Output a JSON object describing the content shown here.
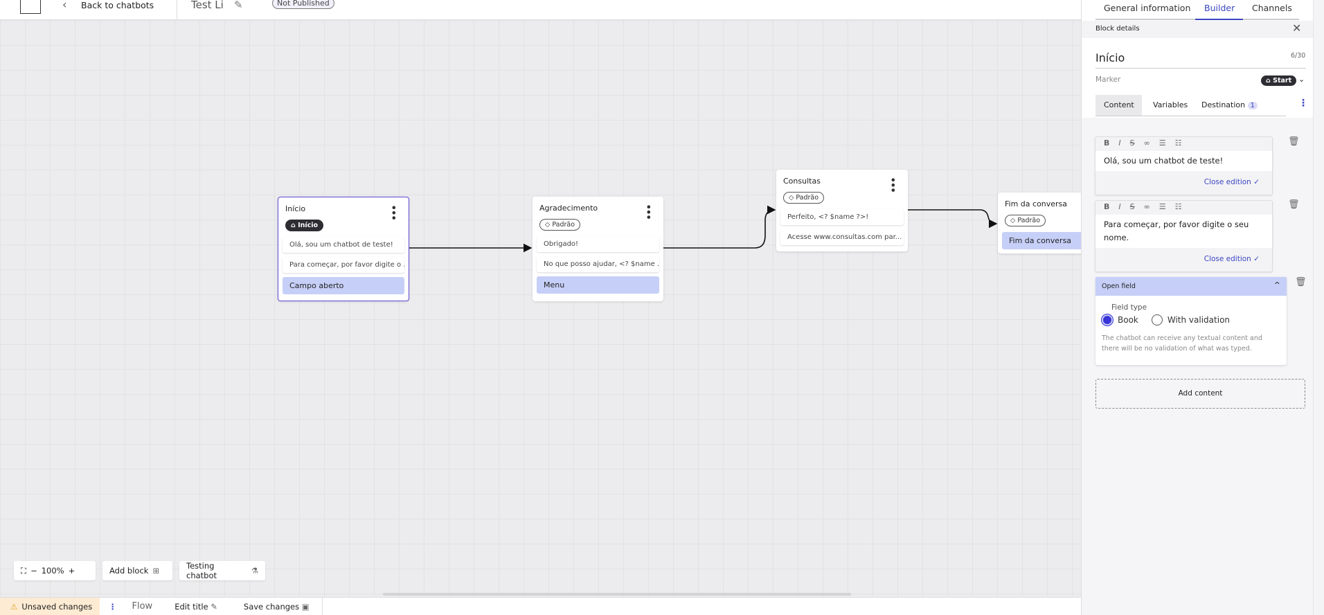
{
  "topbar": {
    "back_label": "Back to chatbots",
    "chatbot_title": "Test Li",
    "status_badge": "Not Published"
  },
  "canvas": {
    "blocks": [
      {
        "title": "Início",
        "tag": "Início",
        "tag_icon": "home-icon",
        "items": [
          "Olá, sou um chatbot de teste!",
          "Para começar, por favor digite o ..."
        ],
        "input": "Campo aberto"
      },
      {
        "title": "Agradecimento",
        "tag": "Padrão",
        "tag_icon": "tag-icon",
        "items": [
          "Obrigado!",
          "No que posso ajudar, <? $name ..."
        ],
        "input": "Menu"
      },
      {
        "title": "Consultas",
        "tag": "Padrão",
        "tag_icon": "tag-icon",
        "items": [
          "Perfeito, <? $name ?>!",
          "Acesse www.consultas.com par..."
        ]
      },
      {
        "title": "Fim da conversa",
        "tag": "Padrão",
        "tag_icon": "tag-icon",
        "input": "Fim da conversa"
      }
    ],
    "toolbar": {
      "zoom": "100%",
      "add_block": "Add block",
      "testing": "Testing chatbot"
    }
  },
  "bottombar": {
    "unsaved": "Unsaved changes",
    "flow": "Flow",
    "edit_title": "Edit title",
    "save": "Save changes"
  },
  "panel": {
    "tabs": [
      "General information",
      "Builder",
      "Channels"
    ],
    "active_tab": "Builder",
    "header": "Block details",
    "block_name": "Início",
    "char_count": "6/30",
    "marker_label": "Marker",
    "marker_value": "Start",
    "subtabs": [
      "Content",
      "Variables",
      "Destination"
    ],
    "destination_count": "1",
    "editors": [
      {
        "text": "Olá, sou um chatbot de teste!",
        "close": "Close edition"
      },
      {
        "text": "Para começar, por favor digite o seu nome.",
        "close": "Close edition"
      }
    ],
    "open_field": {
      "title": "Open field",
      "field_type_label": "Field type",
      "options": [
        "Book",
        "With validation"
      ],
      "selected": "Book",
      "help": "The chatbot can receive any textual content and there will be no validation of what was typed."
    },
    "add_content": "Add content"
  },
  "colors": {
    "accent": "#3a45c0",
    "selected_block": "#5b4bd6",
    "input_item": "#c6cff7",
    "unsaved_bg": "#fdebd3"
  }
}
